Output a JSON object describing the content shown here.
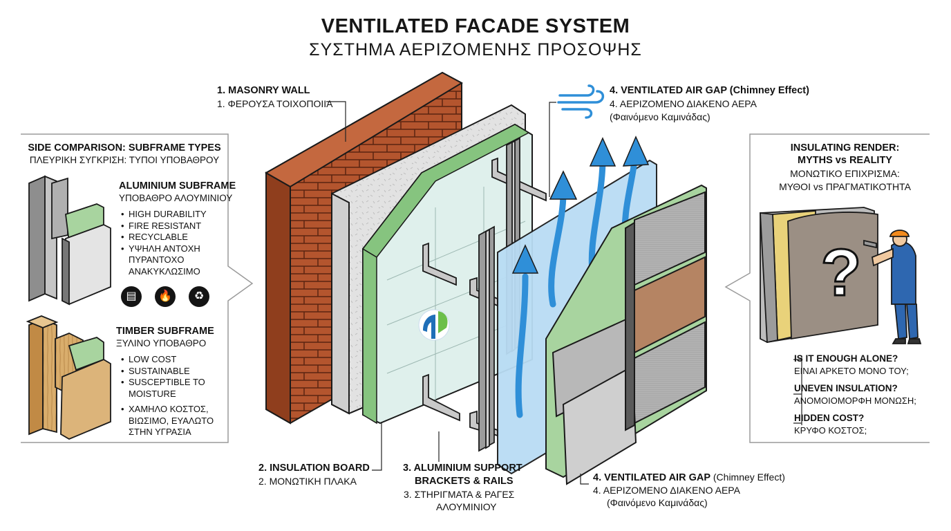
{
  "title": "VENTILATED FACADE SYSTEM",
  "subtitle": "ΣΥΣΤΗΜΑ ΑΕΡΙΖΟΜΕΝΗΣ ΠΡΟΣΟΨΗΣ",
  "labels": {
    "masonry": {
      "en": "1. MASONRY WALL",
      "gr": "1. ΦΕΡΟΥΣΑ ΤΟΙΧΟΠΟΙΙΑ"
    },
    "airgap_top": {
      "en": "4. VENTILATED AIR GAP (Chimney Effect)",
      "gr1": "4. ΑΕΡΙΖΟΜΕΝΟ ΔΙΑΚΕΝΟ ΑΕΡΑ",
      "gr2": "(Φαινόμενο Καμινάδας)"
    },
    "insulation": {
      "en": "2. INSULATION BOARD",
      "gr": "2. ΜΟΝΩΤΙΚΗ ΠΛΑΚΑ"
    },
    "brackets": {
      "en1": "3. ALUMINIUM SUPPORT",
      "en2": "BRACKETS & RAILS",
      "gr1": "3. ΣΤΗΡΙΓΜΑΤΑ & ΡΑΓΕΣ",
      "gr2": "ΑΛΟΥΜΙΝΙΟΥ"
    },
    "airgap_bottom": {
      "en_bold": "4. VENTILATED AIR GAP",
      "en_rest": " (Chimney Effect)",
      "gr1": "4. ΑΕΡΙΖΟΜΕΝΟ ΔΙΑΚΕΝΟ ΑΕΡΑ",
      "gr2": "(Φαινόμενο Καμινάδας)"
    }
  },
  "side_comparison": {
    "heading_en": "SIDE COMPARISON: SUBFRAME TYPES",
    "heading_gr": "ΠΛΕΥΡΙΚΗ ΣΥΓΚΡΙΣΗ: ΤΥΠΟΙ ΥΠΟΒΑΘΡΟΥ",
    "aluminium": {
      "title_en": "ALUMINIUM SUBFRAME",
      "title_gr": "ΥΠΟΒΑΘΡΟ ΑΛΟΥΜΙΝΙΟΥ",
      "bullets": [
        "HIGH DURABILITY",
        "FIRE RESISTANT",
        "RECYCLABLE",
        "ΥΨΗΛΗ ΑΝΤΟΧΗ"
      ],
      "cont": [
        "ΠΥΡΑΝΤΟΧΟ",
        "ΑΝΑΚΥΚΛΩΣΙΜΟ"
      ],
      "icons": [
        "layers-icon",
        "fire-icon",
        "recycle-icon"
      ]
    },
    "timber": {
      "title_en": "TIMBER SUBFRAME",
      "title_gr": "ΞΥΛΙΝΟ ΥΠΟΒΑΘΡΟ",
      "bullets": [
        "LOW COST",
        "SUSTAINABLE",
        "SUSCEPTIBLE TO"
      ],
      "cont1": [
        "MOISTURE"
      ],
      "bullets2": [
        "ΧΑΜΗΛΟ ΚΟΣΤΟΣ,"
      ],
      "cont2": [
        "ΒΙΩΣΙΜΟ, ΕΥΑΛΩΤΟ",
        "ΣΤΗΝ ΥΓΡΑΣΙΑ"
      ]
    }
  },
  "insulating_render": {
    "heading_en1": "INSULATING RENDER:",
    "heading_en2": "MYTHS vs REALITY",
    "heading_gr1": "ΜΟΝΩΤΙΚΟ ΕΠΙΧΡΙΣΜΑ:",
    "heading_gr2": "ΜΥΘΟΙ vs ΠΡΑΓΜΑΤΙΚΟΤΗΤΑ",
    "questions": [
      {
        "en": "IS IT ENOUGH ALONE?",
        "gr": "ΕΙΝΑΙ ΑΡΚΕΤΟ ΜΟΝΟ ΤΟΥ;"
      },
      {
        "en": "UNEVEN INSULATION?",
        "gr": "ΑΝΟΜΟΙΟΜΟΡΦΗ ΜΟΝΩΣΗ;"
      },
      {
        "en": "HIDDEN COST?",
        "gr": "ΚΡΥΦΟ ΚΟΣΤΟΣ;"
      }
    ],
    "question_mark": "?"
  },
  "icons": {
    "wind": "wind-icon",
    "layers": "▤",
    "fire": "🔥",
    "recycle": "♻"
  },
  "colors": {
    "brick": "#b4552e",
    "insulation": "#dcdcdc",
    "board": "#dff0ec",
    "board_edge": "#7fbf7a",
    "airgap": "#b9dcf4",
    "arrow": "#2f8fd8",
    "rail": "#8c8c8c",
    "panel_grey": "#9a9a9a",
    "panel_copper": "#b07d5a",
    "outline": "#1a1a1a"
  }
}
